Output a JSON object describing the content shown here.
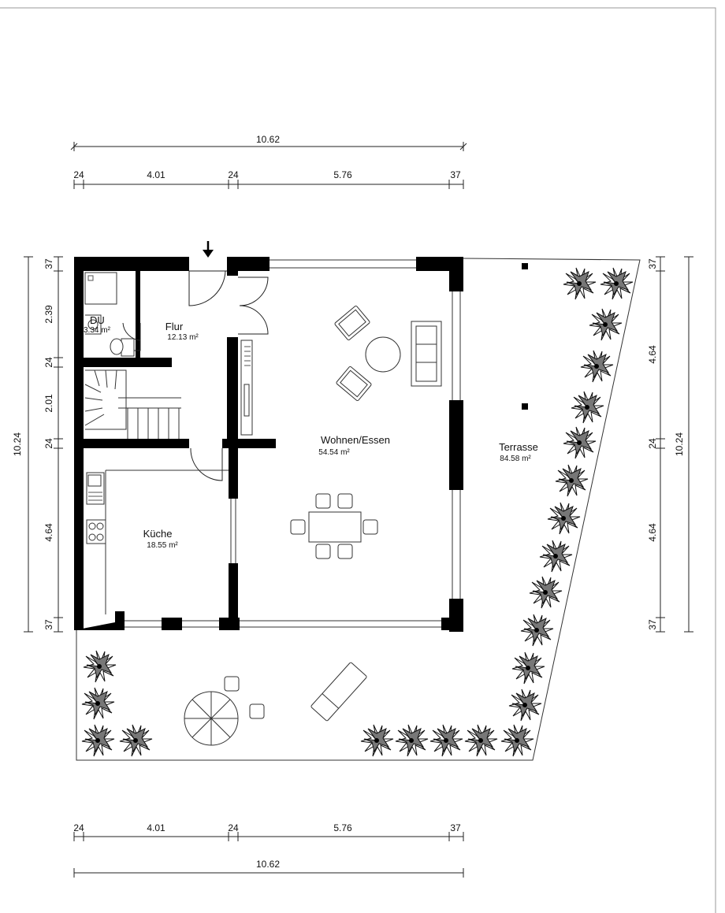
{
  "dimensions": {
    "top_total": "10.62",
    "top_segments": [
      "24",
      "4.01",
      "24",
      "5.76",
      "37"
    ],
    "bottom_segments": [
      "24",
      "4.01",
      "24",
      "5.76",
      "37"
    ],
    "bottom_total": "10.62",
    "left_total": "10.24",
    "left_segments": [
      "37",
      "2.39",
      "24",
      "2.01",
      "24",
      "4.64",
      "37"
    ],
    "right_total": "10.24",
    "right_segments": [
      "37",
      "4.64",
      "24",
      "4.64",
      "37"
    ]
  },
  "rooms": {
    "du": {
      "name": "DU",
      "area": "3.34 m²"
    },
    "flur": {
      "name": "Flur",
      "area": "12.13 m²"
    },
    "wohnen": {
      "name": "Wohnen/Essen",
      "area": "54.54 m²"
    },
    "terrasse": {
      "name": "Terrasse",
      "area": "84.58 m²"
    },
    "kueche": {
      "name": "Küche",
      "area": "18.55 m²"
    }
  },
  "icons": {
    "entrance": "entrance-arrow-icon",
    "plant": "plant-icon"
  }
}
